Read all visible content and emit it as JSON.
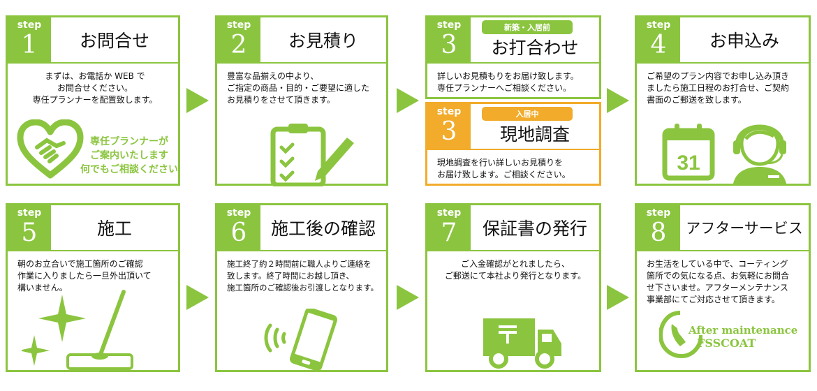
{
  "step_word": "step",
  "steps": [
    {
      "num": "1",
      "title": "お問合せ",
      "lines": [
        "まずは、お電話か WEB で",
        "お問合せください。",
        "専任プランナーを配置致します。"
      ],
      "caption": [
        "専任プランナーが",
        "ご案内いたします",
        "何でもご相談ください"
      ]
    },
    {
      "num": "2",
      "title": "お見積り",
      "lines": [
        "豊富な品揃えの中より、",
        "ご指定の商品・目的・ご要望に適した",
        "お見積りをさせて頂きます。"
      ]
    },
    {
      "num": "3",
      "tag": "新築・入居前",
      "title": "お打合わせ",
      "lines": [
        "詳しいお見積もりをお届け致します。",
        "専任プランナーへご相談ください。"
      ]
    },
    {
      "num": "3",
      "tag": "入居中",
      "title": "現地調査",
      "lines": [
        "現地調査を行い詳しいお見積りを",
        "お届け致します。ご相談ください。"
      ]
    },
    {
      "num": "4",
      "title": "お申込み",
      "lines": [
        "ご希望のプラン内容でお申し込み頂き",
        "ましたら施工日程のお打合せ、ご契約",
        "書面のご郵送を致します。"
      ],
      "calendar_day": "31"
    },
    {
      "num": "5",
      "title": "施工",
      "lines": [
        "朝のお立合いで施工箇所のご確認",
        "作業に入りましたら一旦外出頂いて",
        "構いません。"
      ]
    },
    {
      "num": "6",
      "title": "施工後の確認",
      "lines": [
        "施工終了約２時間前に職人よりご連絡を",
        "致します。終了時間にお越し頂き、",
        "施工箇所のご確認後お引渡しとなります。"
      ]
    },
    {
      "num": "7",
      "title": "保証書の発行",
      "lines": [
        "ご入金確認がとれましたら、",
        "ご郵送にて本社より発行となります。"
      ]
    },
    {
      "num": "8",
      "title": "アフターサービス",
      "lines": [
        "お生活をしている中で、コーティング",
        "箇所での気になる点、お気軽にお問合",
        "せ下さいませ。アフターメンテナンス",
        "事業部にてご対応させて頂きます。"
      ],
      "logo_line1": "After  maintenance",
      "logo_line2": "FSSCOAT"
    }
  ],
  "colors": {
    "green": "#8bc53f",
    "orange": "#f2ab2a"
  },
  "icons": [
    "handshake-heart-icon",
    "clipboard-pen-icon",
    "calendar-icon",
    "operator-icon",
    "mop-sparkle-icon",
    "smartphone-icon",
    "delivery-truck-icon",
    "phone-logo-icon"
  ]
}
